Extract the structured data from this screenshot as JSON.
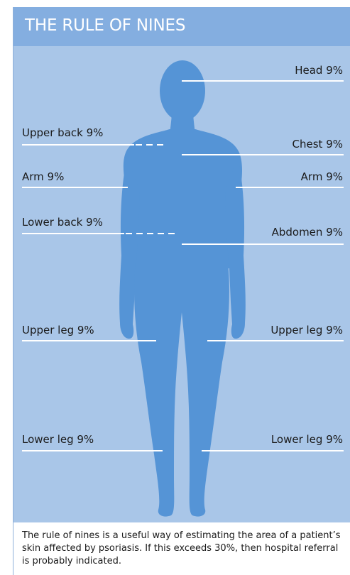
{
  "title": "THE RULE OF NINES",
  "labels": {
    "head": "Head 9%",
    "upper_back": "Upper back 9%",
    "chest": "Chest 9%",
    "arm_left": "Arm 9%",
    "arm_right": "Arm 9%",
    "lower_back": "Lower back 9%",
    "abdomen": "Abdomen 9%",
    "upper_leg_left": "Upper leg 9%",
    "upper_leg_right": "Upper leg 9%",
    "lower_leg_left": "Lower leg 9%",
    "lower_leg_right": "Lower leg 9%"
  },
  "caption": "The rule of nines is a useful way of estimating the area of a patient’s skin affected by psoriasis. If this exceeds 30%, then hospital referral is probably indicated.",
  "colors": {
    "header": "#84aee0",
    "background": "#a9c6e8",
    "figure": "#5594d6",
    "leader_line": "#ffffff",
    "text": "#1a1a1a"
  }
}
